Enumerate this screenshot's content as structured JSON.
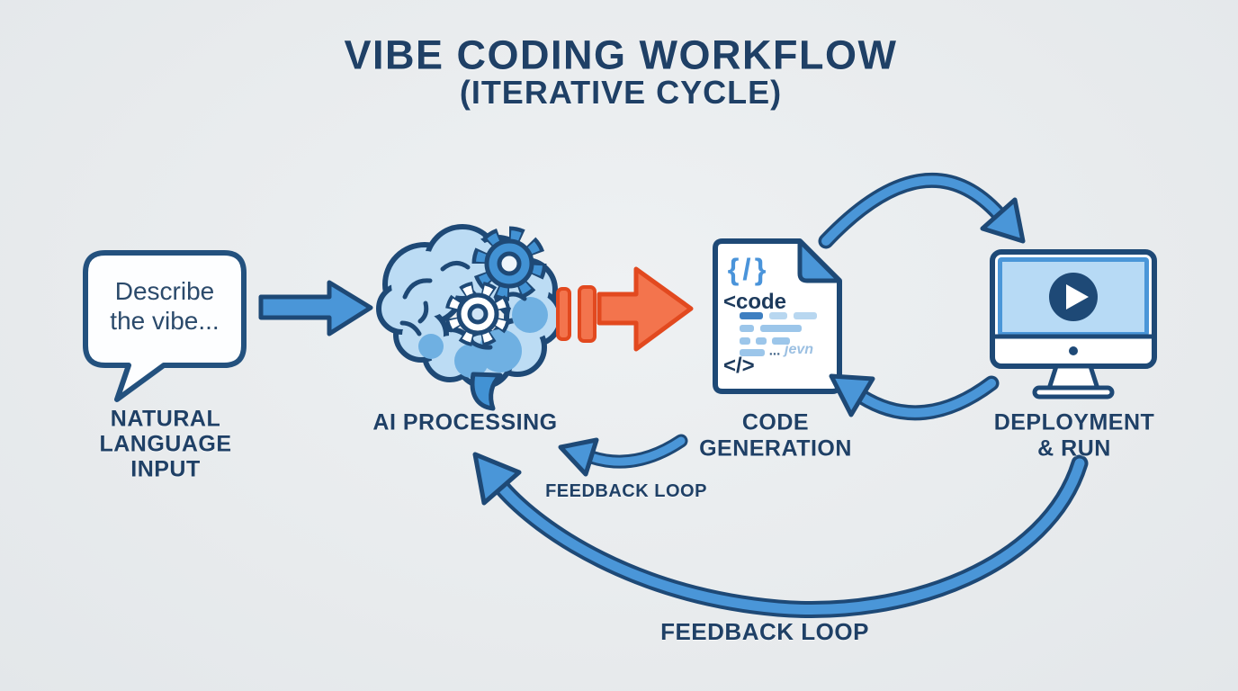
{
  "title": {
    "line1": "VIBE CODING WORKFLOW",
    "line2": "(ITERATIVE CYCLE)"
  },
  "nodes": {
    "natural_language_input": {
      "bubble_lines": [
        "Describe",
        "the vibe..."
      ],
      "label_lines": [
        "NATURAL",
        "LANGUAGE",
        "INPUT"
      ]
    },
    "ai_processing": {
      "label": "AI PROCESSING"
    },
    "code_generation": {
      "label_lines": [
        "CODE",
        "GENERATION"
      ],
      "document": {
        "braces_glyph": "{/}",
        "code_open_tag": "<code",
        "code_close_tag": "</>",
        "ellipsis": "...",
        "handwritten_note": "jevn"
      }
    },
    "deployment_run": {
      "label_lines": [
        "DEPLOYMENT",
        "& RUN"
      ]
    }
  },
  "edges": {
    "feedback_small_label": "FEEDBACK LOOP",
    "feedback_big_label": "FEEDBACK LOOP"
  },
  "icons": {
    "speech_bubble": "speech-bubble-icon",
    "ai_brain": "brain-gears-icon",
    "straight_arrow": "arrow-right-icon",
    "dashed_arrow": "fast-forward-arrow-icon",
    "code_document": "code-document-icon",
    "play_monitor": "monitor-play-icon",
    "cycle_arrows": "curved-cycle-arrows-icon",
    "feedback_arrows": "curved-feedback-arrows-icon"
  },
  "colors": {
    "background": "#e9ecee",
    "heading_navy": "#1f4066",
    "outline_navy": "#21497a",
    "accent_blue": "#4a96d8",
    "light_blue": "#bcdcf4",
    "screen_blue": "#b7daf5",
    "orange": "#f3744d",
    "orange_outline": "#e2491f",
    "white": "#ffffff"
  }
}
